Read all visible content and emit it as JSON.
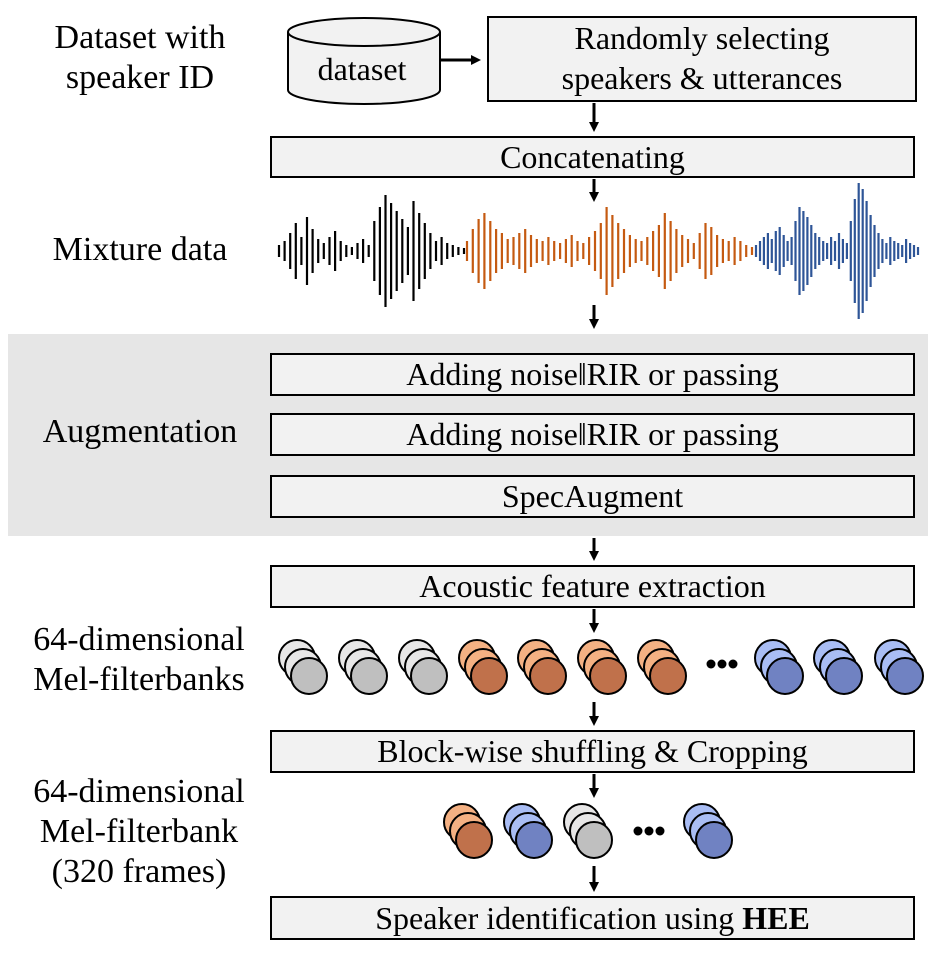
{
  "labels": {
    "dataset_with_id": [
      "Dataset with",
      "speaker ID"
    ],
    "mixture": "Mixture data",
    "augmentation": "Augmentation",
    "melfb64": [
      "64-dimensional",
      "Mel-filterbanks"
    ],
    "melfb320": [
      "64-dimensional",
      "Mel-filterbank",
      "(320 frames)"
    ]
  },
  "cylinder_label": "dataset",
  "boxes": {
    "random_select": [
      "Randomly selecting",
      "speakers & utterances"
    ],
    "concat": "Concatenating",
    "aug1": "Adding noise‖RIR or passing",
    "aug2": "Adding noise‖RIR or passing",
    "specaug": "SpecAugment",
    "feature": "Acoustic feature extraction",
    "shuffle": "Block-wise shuffling & Cropping",
    "speaker_id_prefix": "Speaker identification using ",
    "speaker_id_bold": "HEE"
  },
  "colors": {
    "box_fill": "#f2f2f2",
    "band": "#e6e6e6",
    "wave_black": "#000000",
    "wave_orange": "#c55a11",
    "wave_blue": "#2e5597",
    "gray_front": "#bfbfbf",
    "gray_back": "#e7e6e6",
    "orange_front": "#c0714b",
    "orange_back": "#f4b183",
    "blue_front": "#7082c2",
    "blue_back": "#a9bdf4"
  }
}
